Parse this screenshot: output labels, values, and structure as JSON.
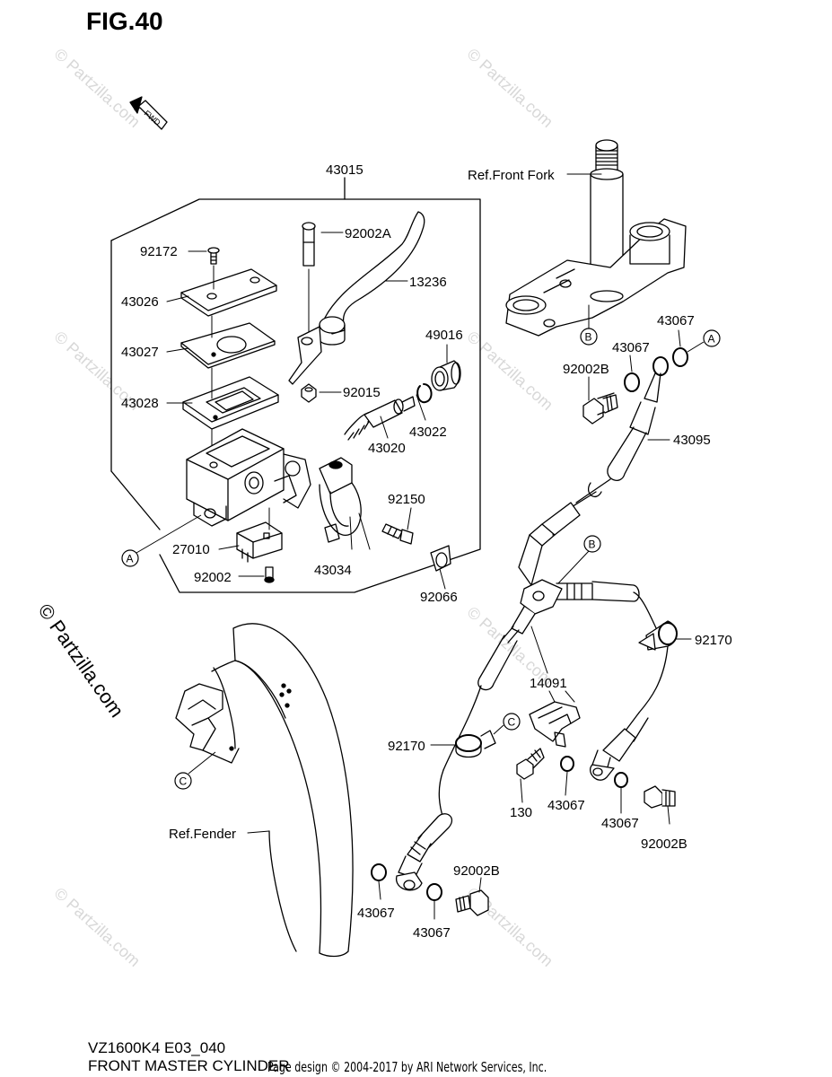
{
  "figure": {
    "title": "FIG.40",
    "fwd_arrow_text": "FWD"
  },
  "footer": {
    "model": "VZ1600K4 E03_040",
    "name": "FRONT MASTER CYLINDER",
    "copyright": "Page design © 2004-2017 by ARI Network Services, Inc."
  },
  "watermark": {
    "text": "© Partzilla.com",
    "side_text": "© Partzilla.com"
  },
  "callouts": {
    "p43015": "43015",
    "p92002A": "92002A",
    "p92172": "92172",
    "p43026": "43026",
    "p13236": "13236",
    "p43027": "43027",
    "p49016": "49016",
    "p43028": "43028",
    "p92015": "92015",
    "p43022": "43022",
    "p43020": "43020",
    "p92150": "92150",
    "p27010": "27010",
    "p43034": "43034",
    "p92002": "92002",
    "p92066": "92066",
    "ref_front_fork": "Ref.Front Fork",
    "p43067_a": "43067",
    "p43067_b": "43067",
    "p92002B_a": "92002B",
    "p43095": "43095",
    "p92170_a": "92170",
    "p14091": "14091",
    "p92170_b": "92170",
    "p130": "130",
    "p43067_c": "43067",
    "p43067_d": "43067",
    "p92002B_b": "92002B",
    "ref_fender": "Ref.Fender",
    "p92002B_c": "92002B",
    "p43067_e": "43067",
    "p43067_f": "43067"
  },
  "markers": {
    "A": "A",
    "B": "B",
    "C": "C"
  }
}
